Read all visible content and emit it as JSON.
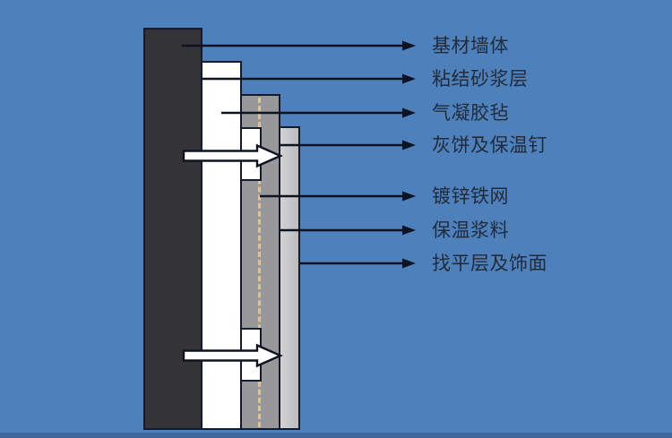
{
  "diagram": {
    "description": "wall-insulation-system-cross-section",
    "background_color": "#4e80bc",
    "labels": [
      {
        "id": "base-wall",
        "text": "基材墙体"
      },
      {
        "id": "bonding-mortar-layer",
        "text": "粘结砂浆层"
      },
      {
        "id": "aerogel-blanket",
        "text": "气凝胶毡"
      },
      {
        "id": "plaster-pad-and-insulation-nail",
        "text": "灰饼及保温钉"
      },
      {
        "id": "galvanized-iron-mesh",
        "text": "镀锌铁网"
      },
      {
        "id": "insulation-mortar",
        "text": "保温浆料"
      },
      {
        "id": "leveling-layer-and-finish",
        "text": "找平层及饰面"
      }
    ],
    "colors": {
      "background": "#4e80bc",
      "base_wall_fill": "#343438",
      "mortar_layer_fill": "#ffffff",
      "aerogel_layer_fill": "#98989b",
      "leveling_layer_fill": "#c6c6c8",
      "nail_dashed_line": "#dcc3a0",
      "outline": "#141a2b",
      "leader_line": "#0e1322",
      "label_text": "#222b3a"
    }
  }
}
